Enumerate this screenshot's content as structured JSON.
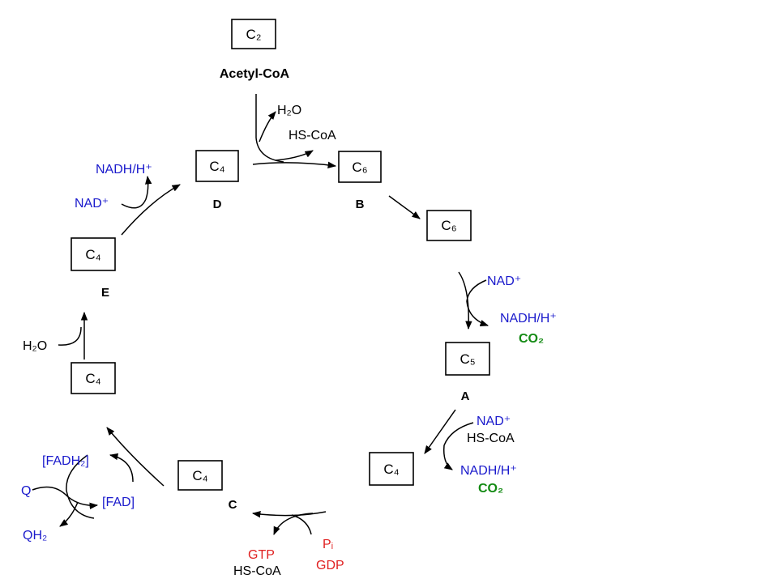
{
  "boxes": {
    "c2": "C₂",
    "c6_b": "C₆",
    "c6_2": "C₆",
    "c5": "C₅",
    "c4_right": "C₄",
    "c4_c": "C₄",
    "c4_left_low": "C₄",
    "c4_e": "C₄",
    "c4_d": "C₄"
  },
  "stage_letters": {
    "a": "A",
    "b": "B",
    "c": "C",
    "d": "D",
    "e": "E"
  },
  "labels": {
    "acetyl_coa": "Acetyl-CoA",
    "entry_h2o": "H₂O",
    "entry_hs_coa": "HS-CoA",
    "step3_nad": "NAD⁺",
    "step3_nadh": "NADH/H⁺",
    "step3_co2": "CO₂",
    "step4_nad": "NAD⁺",
    "step4_hs_coa": "HS-CoA",
    "step4_nadh": "NADH/H⁺",
    "step4_co2": "CO₂",
    "step5_gtp": "GTP",
    "step5_hs_coa": "HS-CoA",
    "step5_pi": "Pᵢ",
    "step5_gdp": "GDP",
    "step6_fadh2": "[FADH₂]",
    "step6_fad": "[FAD]",
    "step6_q": "Q",
    "step6_qh2": "QH₂",
    "step7_h2o": "H₂O",
    "step8_nad": "NAD⁺",
    "step8_nadh": "NADH/H⁺"
  },
  "colors": {
    "nad": "#1a1acc",
    "co2": "#138a13",
    "gtp_gdp": "#e02020",
    "structure": "#000000"
  }
}
